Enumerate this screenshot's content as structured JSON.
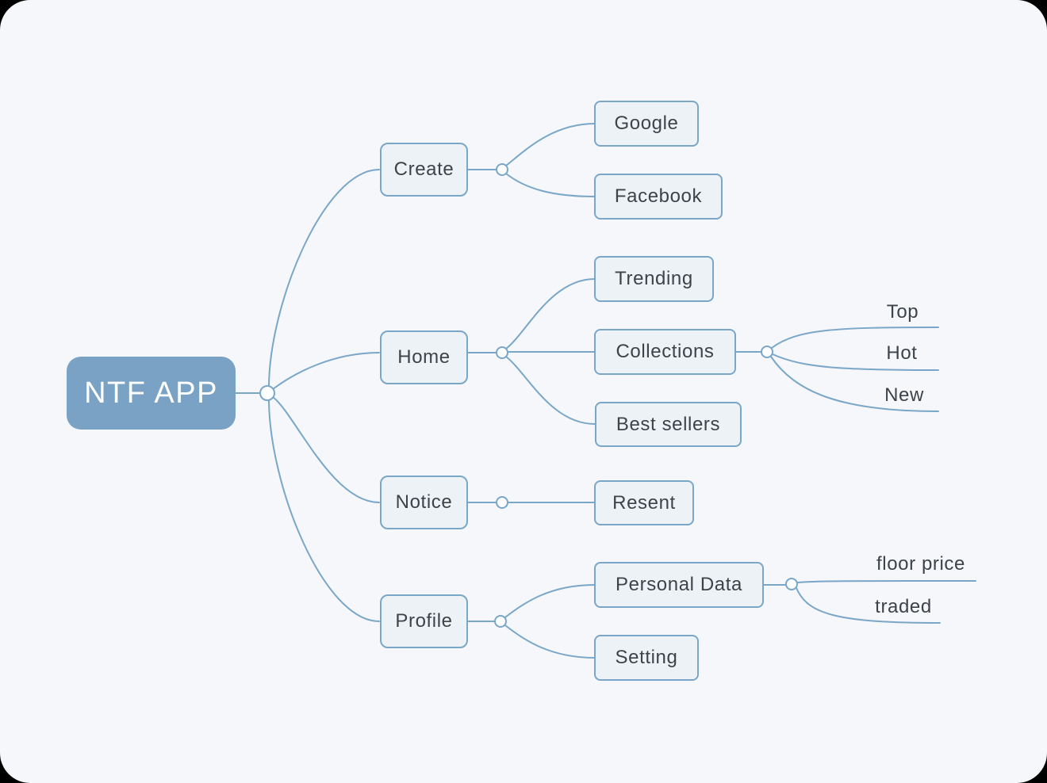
{
  "colors": {
    "accent": "#7aa2c5",
    "edge": "#7aa6c8",
    "node_fill": "#edf2f7",
    "text": "#3d434a",
    "canvas_bg": "#f5f7fa",
    "outer_bg": "#000000",
    "root_text": "#ffffff",
    "connector_fill": "#fdfeff"
  },
  "mindmap": {
    "root": {
      "label": "NTF APP"
    },
    "branches": [
      {
        "label": "Create",
        "children": [
          {
            "label": "Google"
          },
          {
            "label": "Facebook"
          }
        ]
      },
      {
        "label": "Home",
        "children": [
          {
            "label": "Trending"
          },
          {
            "label": "Collections",
            "children": [
              {
                "label": "Top"
              },
              {
                "label": "Hot"
              },
              {
                "label": "New"
              }
            ]
          },
          {
            "label": "Best sellers"
          }
        ]
      },
      {
        "label": "Notice",
        "children": [
          {
            "label": "Resent"
          }
        ]
      },
      {
        "label": "Profile",
        "children": [
          {
            "label": "Personal Data",
            "children": [
              {
                "label": "floor price"
              },
              {
                "label": "traded"
              }
            ]
          },
          {
            "label": "Setting"
          }
        ]
      }
    ]
  }
}
